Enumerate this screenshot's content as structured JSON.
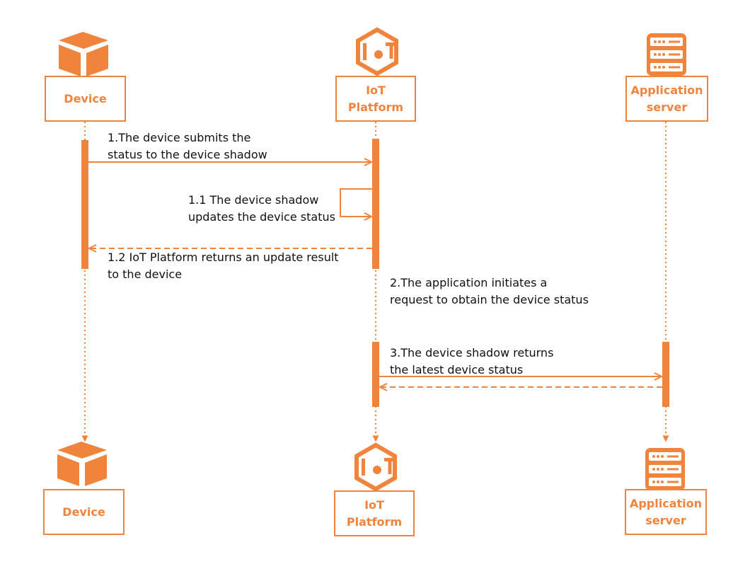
{
  "colors": {
    "accent": "#f0843c",
    "text": "#111111",
    "background": "#ffffff"
  },
  "participants": {
    "device": {
      "label": "Device",
      "icon": "cube-icon"
    },
    "iot": {
      "label": "IoT Platform",
      "icon": "iot-hexagon-icon"
    },
    "app": {
      "label_line1": "Application",
      "label_line2": "server",
      "icon": "server-rack-icon"
    }
  },
  "messages": {
    "m1": {
      "line1": "1.The device submits the",
      "line2": "status to the device shadow",
      "style": "solid"
    },
    "m1_1": {
      "line1": "1.1 The device shadow",
      "line2": "updates the device status",
      "style": "solid"
    },
    "m1_2": {
      "line1": "1.2 IoT Platform returns an update result",
      "line2": "to the device",
      "style": "dashed"
    },
    "m2": {
      "line1": "2.The application initiates a",
      "line2": "request to obtain the device status"
    },
    "m3": {
      "line1": "3.The device shadow returns",
      "line2": "the latest device status",
      "style": "solid"
    },
    "m3_return": {
      "style": "dashed"
    }
  }
}
